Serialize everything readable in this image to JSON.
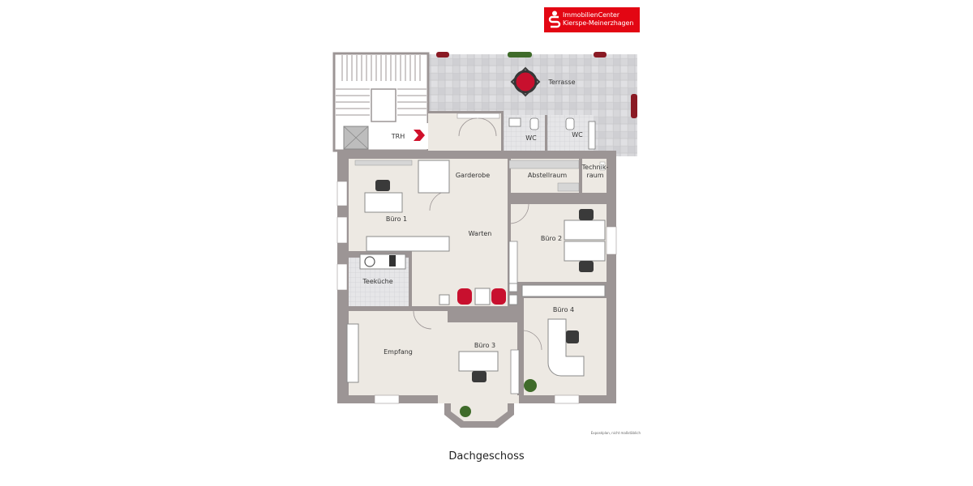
{
  "logo": {
    "line1": "ImmobilienCenter",
    "line2": "Kierspe-Meinerzhagen",
    "color": "#e30613"
  },
  "rooms": {
    "terrasse": "Terrasse",
    "trh": "TRH",
    "wc1": "WC",
    "wc2": "WC",
    "garderobe": "Garderobe",
    "abstellraum": "Abstellraum",
    "technik1": "Technik-",
    "technik2": "raum",
    "buero1": "Büro 1",
    "warten": "Warten",
    "buero2": "Büro 2",
    "teekueche": "Teeküche",
    "buero4": "Büro 4",
    "empfang": "Empfang",
    "buero3": "Büro 3"
  },
  "note": "Exposéplan, nicht maßstäblich",
  "caption": "Dachgeschoss",
  "colors": {
    "wall": "#9c9595",
    "floor": "#ede9e3",
    "tile": "#d6d6d9",
    "accent": "#d0102b"
  }
}
